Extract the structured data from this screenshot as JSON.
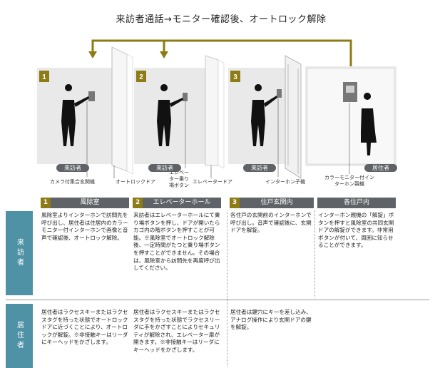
{
  "title": "来訪者通話→モニター確認後、オートロック解除",
  "colors": {
    "accent_gold": "#8d7c16",
    "header_gray": "#5f6367",
    "row_blue": "#4f92a6"
  },
  "scenes": [
    {
      "num": "1",
      "role": "来訪者",
      "labels": [
        "カメラ付集合玄関機",
        "オートロックドア"
      ]
    },
    {
      "num": "2",
      "role": "来訪者",
      "labels": [
        "エレベーター乗り場ボタン",
        "エレベータードア"
      ]
    },
    {
      "num": "3",
      "role": "来訪者",
      "labels": [
        "インターホン子機"
      ]
    },
    {
      "num": "",
      "role": "居住者",
      "labels": [
        "カラーモニター付インターホン親機"
      ]
    }
  ],
  "columns": [
    {
      "num": "1",
      "label": "風除室"
    },
    {
      "num": "2",
      "label": "エレベーターホール"
    },
    {
      "num": "3",
      "label": "住戸玄関内"
    },
    {
      "num": "",
      "label": "各住戸内"
    }
  ],
  "rows": [
    {
      "label": "来訪者",
      "cells": [
        "風除室よりインターホンで訪問先を呼び出し、居住者は住居内のカラーモニター付インターホンで画像と音声で確認後、オートロック解除。",
        "来訪者はエレベーターホールにて乗り場ボタンを押し、ドアが開いたらカゴ内の階ボタンを押すことが可能。※風除室でオートロック解除後、一定時間がたつと乗り場ボタンを押すことができません。その場合は、風除室から訪問先を再度呼び出してください。",
        "各住戸の玄関前のインターホンで呼び出し。音声で確認後に、玄関ドアを解錠。",
        "インターホン親機の「解錠」ボタンを押すと風除室の共同玄関ドアの解錠ができます。非常用ボタンが付いて、周囲に知らせることができます。"
      ]
    },
    {
      "label": "居住者",
      "cells": [
        "居住者はラクセスキーまたはラクセスタグを持った状態でオートロックドアに近づくことにより、オートロックが解錠。※非接触キーはリーダにキーヘッドをかざします。",
        "居住者はラクセスキーまたはラクセスタグを持った状態でラクセスリーダに手をかざすことによりセキュリティが解除され、エレベーター扉が開きます。※非接触キーはリーダにキーヘッドをかざします。",
        "居住者は鍵穴にキーを差し込み、アナログ操作により玄関ドアの鍵を解錠。",
        ""
      ]
    }
  ]
}
